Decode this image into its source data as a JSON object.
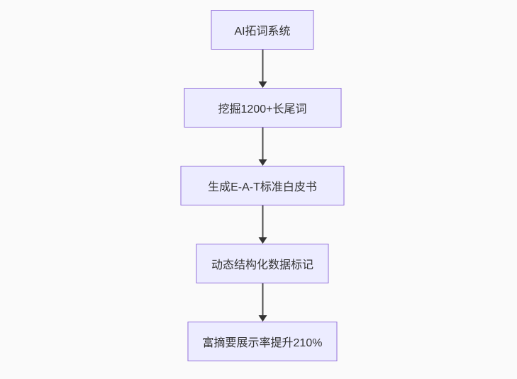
{
  "diagram": {
    "type": "flowchart",
    "direction": "top-down",
    "nodes": [
      {
        "label": "AI拓词系统"
      },
      {
        "label": "挖掘1200+长尾词"
      },
      {
        "label": "生成E-A-T标准白皮书"
      },
      {
        "label": "动态结构化数据标记"
      },
      {
        "label": "富摘要展示率提升210%"
      }
    ],
    "edges": [
      {
        "from": 0,
        "to": 1
      },
      {
        "from": 1,
        "to": 2
      },
      {
        "from": 2,
        "to": 3
      },
      {
        "from": 3,
        "to": 4
      }
    ],
    "colors": {
      "background": "#fafafa",
      "node_fill": "#ECECFF",
      "node_border": "#9370DB",
      "node_text": "#333333",
      "arrow": "#333333"
    }
  }
}
